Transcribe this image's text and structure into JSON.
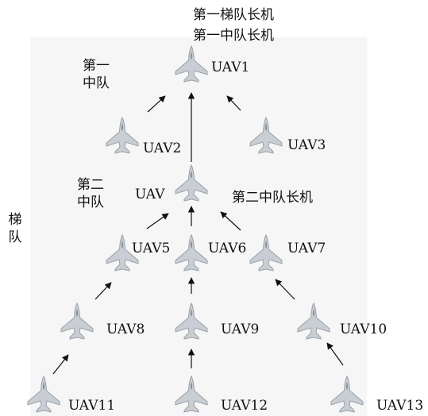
{
  "title": {
    "line1": "第一梯队长机",
    "line2": "第一中队长机"
  },
  "squadron1": {
    "label": "第一中队"
  },
  "squadron2": {
    "label": "第二中队"
  },
  "echelon": {
    "label": "梯队"
  },
  "squadron2_lead": {
    "label": "第二中队长机"
  },
  "uavs": [
    {
      "id": "uav1",
      "label": "UAV1"
    },
    {
      "id": "uav2",
      "label": "UAV2"
    },
    {
      "id": "uav3",
      "label": "UAV3"
    },
    {
      "id": "uav4",
      "label": "UAV"
    },
    {
      "id": "uav5",
      "label": "UAV5"
    },
    {
      "id": "uav6",
      "label": "UAV6"
    },
    {
      "id": "uav7",
      "label": "UAV7"
    },
    {
      "id": "uav8",
      "label": "UAV8"
    },
    {
      "id": "uav9",
      "label": "UAV9"
    },
    {
      "id": "uav10",
      "label": "UAV10"
    },
    {
      "id": "uav11",
      "label": "UAV11"
    },
    {
      "id": "uav12",
      "label": "UAV12"
    },
    {
      "id": "uav13",
      "label": "UAV13"
    }
  ],
  "colors": {
    "jet": "#c9ced4",
    "jet_shade": "#9aa1a9",
    "arrow": "#111111",
    "panel": "#f6f6f6"
  },
  "icon": "fighter-jet-icon"
}
